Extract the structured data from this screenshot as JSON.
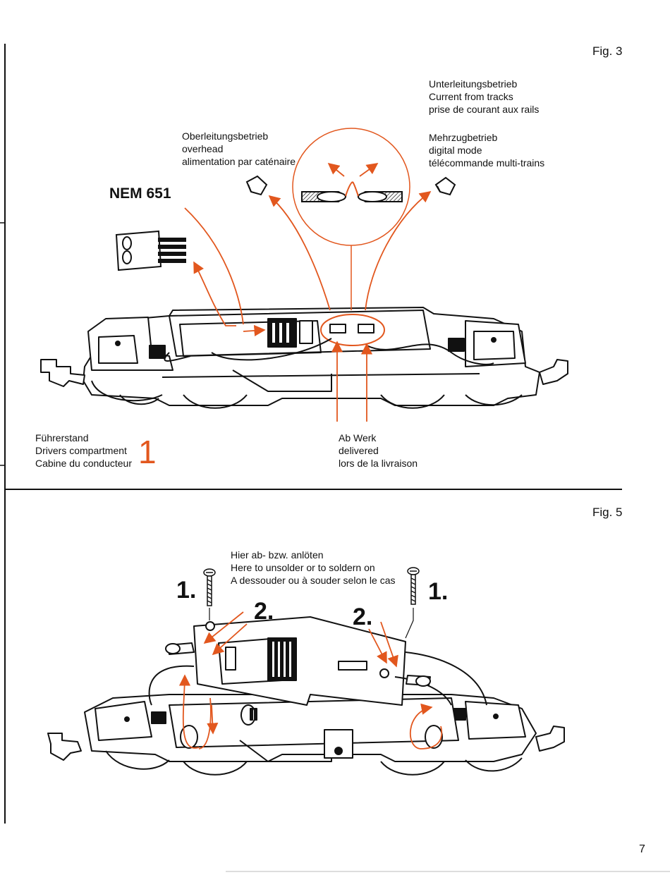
{
  "fig3": {
    "label": "Fig. 3",
    "nem": "NEM 651",
    "overhead": [
      "Oberleitungsbetrieb",
      "overhead",
      "alimentation par caténaire"
    ],
    "tracks": [
      "Unterleitungsbetrieb",
      "Current from tracks",
      "prise de courant aux rails"
    ],
    "digital": [
      "Mehrzugbetrieb",
      "digital mode",
      "télécommande multi-trains"
    ],
    "driver": [
      "Führerstand",
      "Drivers compartment",
      "Cabine du conducteur"
    ],
    "driver_number": "1",
    "factory": [
      "Ab Werk",
      "delivered",
      "lors de la livraison"
    ]
  },
  "fig5": {
    "label": "Fig. 5",
    "solder": [
      "Hier ab- bzw. anlöten",
      "Here to unsolder or to soldern on",
      "A dessouder ou à souder selon le cas"
    ],
    "step1_left": "1.",
    "step2_left": "2.",
    "step2_right": "2.",
    "step1_right": "1."
  },
  "page_number": "7",
  "colors": {
    "accent": "#e2571e",
    "ink": "#111111"
  }
}
